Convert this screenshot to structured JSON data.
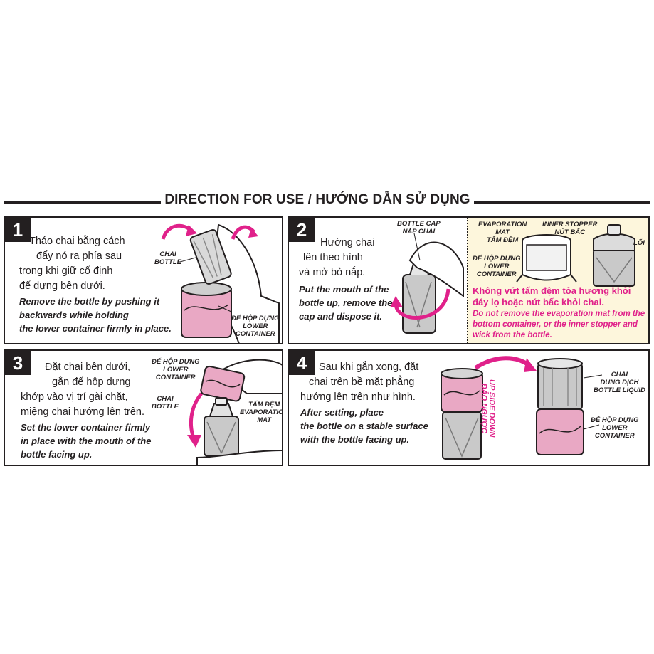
{
  "header": {
    "title": "DIRECTION FOR USE / HƯỚNG DẪN SỬ DỤNG"
  },
  "colors": {
    "accent_pink": "#e0218a",
    "container_pink": "#e9a8c4",
    "note_bg": "#fdf6dc",
    "ink": "#231f20"
  },
  "steps": [
    {
      "number": "1",
      "vn_lines": [
        "Tháo chai bằng cách",
        "đẩy nó ra phía sau",
        "trong khi giữ cố định",
        "đế dựng bên dưới."
      ],
      "en_lines": [
        "Remove the bottle by pushing it",
        "backwards while holding",
        "the lower container firmly in place."
      ],
      "labels": {
        "bottle_vn": "CHAI",
        "bottle_en": "BOTTLE",
        "container_vn": "ĐẾ HỘP DỰNG",
        "container_en_1": "LOWER",
        "container_en_2": "CONTAINER"
      }
    },
    {
      "number": "2",
      "vn_lines": [
        "Hướng chai",
        "lên theo hình",
        "và mở bỏ nắp."
      ],
      "en_lines": [
        "Put the mouth of the",
        "bottle up, remove the",
        "cap and dispose it."
      ],
      "labels": {
        "cap_en": "BOTTLE CAP",
        "cap_vn": "NẮP CHAI",
        "mat_en_1": "EVAPORATION",
        "mat_en_2": "MAT",
        "mat_vn": "TẤM ĐỆM",
        "stopper_en": "INNER STOPPER",
        "stopper_vn": "NÚT BẤC",
        "wick_vn": "LÕI",
        "container_vn": "ĐẾ HỘP DỰNG",
        "container_en_1": "LOWER",
        "container_en_2": "CONTAINER"
      },
      "warning_vn": "Không vứt tấm đệm tỏa hương khỏi đáy lọ hoặc nút bấc khỏi chai.",
      "warning_en": "Do not remove the evaporation mat from the bottom container, or the inner stopper and wick from the bottle."
    },
    {
      "number": "3",
      "vn_lines": [
        "Đặt chai bên dưới,",
        "gắn đế hộp dựng",
        "khớp vào vị trí gài chặt,",
        "miệng chai hướng lên trên."
      ],
      "en_lines": [
        "Set the lower container firmly",
        "in place with the mouth of the",
        "bottle facing up."
      ],
      "labels": {
        "container_vn": "ĐẾ HỘP DỰNG",
        "container_en_1": "LOWER",
        "container_en_2": "CONTAINER",
        "bottle_vn": "CHAI",
        "bottle_en": "BOTTLE",
        "mat_vn": "TẤM ĐỆM",
        "mat_en_1": "EVAPORATION",
        "mat_en_2": "MAT"
      }
    },
    {
      "number": "4",
      "vn_lines": [
        "Sau khi gắn xong, đặt",
        "chai trên bề mặt phẳng",
        "hướng lên trên như hình."
      ],
      "en_lines": [
        "After setting, place",
        "the bottle on a stable surface",
        "with the bottle facing up."
      ],
      "labels": {
        "flip_en": "UP SIDE DOWN",
        "flip_vn": "ĐẢO NGƯỢC",
        "bottle_vn": "CHAI",
        "liquid_vn": "DUNG DỊCH",
        "bottle_liquid_en": "BOTTLE LIQUID",
        "container_vn": "ĐẾ HỘP DỰNG",
        "container_en_1": "LOWER",
        "container_en_2": "CONTAINER"
      }
    }
  ]
}
